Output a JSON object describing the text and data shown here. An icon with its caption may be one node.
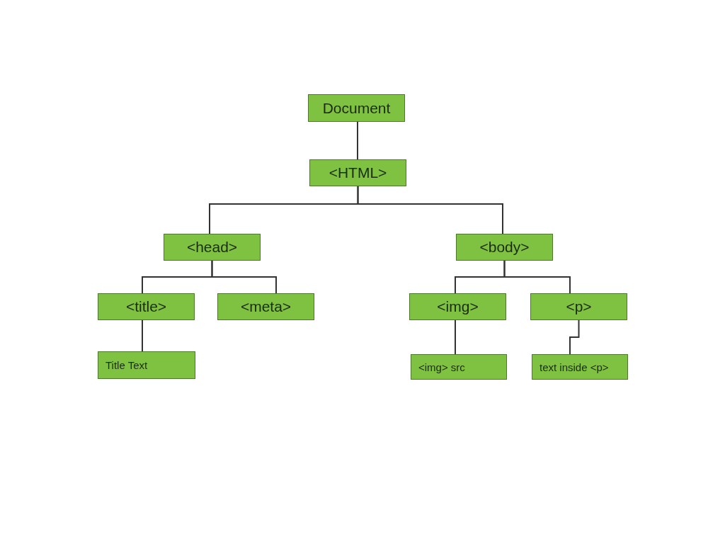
{
  "diagram": {
    "nodes": [
      {
        "text": [
          "Document"
        ]
      },
      {
        "text": [
          "<HTML>"
        ]
      },
      {
        "text": [
          "<head>"
        ]
      },
      {
        "text": [
          "<body>"
        ]
      },
      {
        "text": [
          "<title>"
        ]
      },
      {
        "text": [
          "<meta>"
        ]
      },
      {
        "text": [
          "<img>"
        ]
      },
      {
        "text": [
          "<p>"
        ]
      },
      {
        "text": [
          "Title Text"
        ]
      },
      {
        "text": [
          "<img> src"
        ]
      },
      {
        "text": [
          "text inside <p>"
        ]
      }
    ],
    "edges": [
      {
        "from": 0,
        "to": 1,
        "arrow": "none"
      },
      {
        "from": 1,
        "to": 2,
        "arrow": "none"
      },
      {
        "from": 1,
        "to": 3,
        "arrow": "none"
      },
      {
        "from": 2,
        "to": 4,
        "arrow": "none"
      },
      {
        "from": 2,
        "to": 5,
        "arrow": "none"
      },
      {
        "from": 3,
        "to": 6,
        "arrow": "none"
      },
      {
        "from": 3,
        "to": 7,
        "arrow": "none"
      },
      {
        "from": 4,
        "to": 8,
        "arrow": "none"
      },
      {
        "from": 6,
        "to": 9,
        "arrow": "none"
      },
      {
        "from": 7,
        "to": 10,
        "arrow": "none"
      }
    ]
  }
}
